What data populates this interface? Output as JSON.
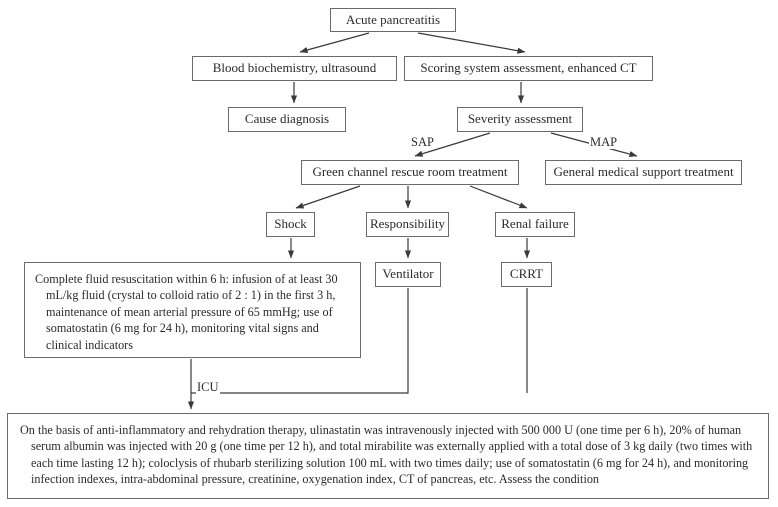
{
  "diagram": {
    "title": "Acute pancreatitis treatment flowchart",
    "nodes": {
      "acute_pancreatitis": "Acute pancreatitis",
      "blood_biochemistry": "Blood biochemistry, ultrasound",
      "scoring_system": "Scoring system assessment, enhanced CT",
      "cause_diagnosis": "Cause diagnosis",
      "severity_assessment": "Severity assessment",
      "green_channel": "Green channel rescue room treatment",
      "general_support": "General medical support treatment",
      "shock": "Shock",
      "responsibility": "Responsibility",
      "renal_failure": "Renal failure",
      "ventilator": "Ventilator",
      "crrt": "CRRT",
      "fluid_resuscitation": "Complete fluid resuscitation within 6 h: infusion of at least 30 mL/kg fluid (crystal to colloid ratio of 2 : 1) in the first 3 h, maintenance of mean arterial pressure of 65 mmHg; use of somatostatin (6 mg for 24 h), monitoring vital signs and clinical indicators",
      "comprehensive_therapy": "On the basis of anti-inflammatory and rehydration therapy, ulinastatin was intravenously injected with 500 000 U (one time per 6 h), 20% of human serum albumin was injected with 20 g (one time per 12 h), and total mirabilite was externally applied with a total dose of 3 kg daily (two times with each time lasting 12 h); coloclysis of rhubarb sterilizing solution 100 mL with two times daily; use of somatostatin (6 mg for 24 h), and monitoring infection indexes, intra-abdominal pressure, creatinine, oxygenation index, CT of pancreas, etc. Assess the condition"
    },
    "edge_labels": {
      "sap": "SAP",
      "map": "MAP",
      "icu": "ICU"
    },
    "colors": {
      "box_border": "#6b6b6b",
      "connector": "#3a3a3a",
      "text": "#2b2b2b",
      "background": "#ffffff"
    }
  }
}
